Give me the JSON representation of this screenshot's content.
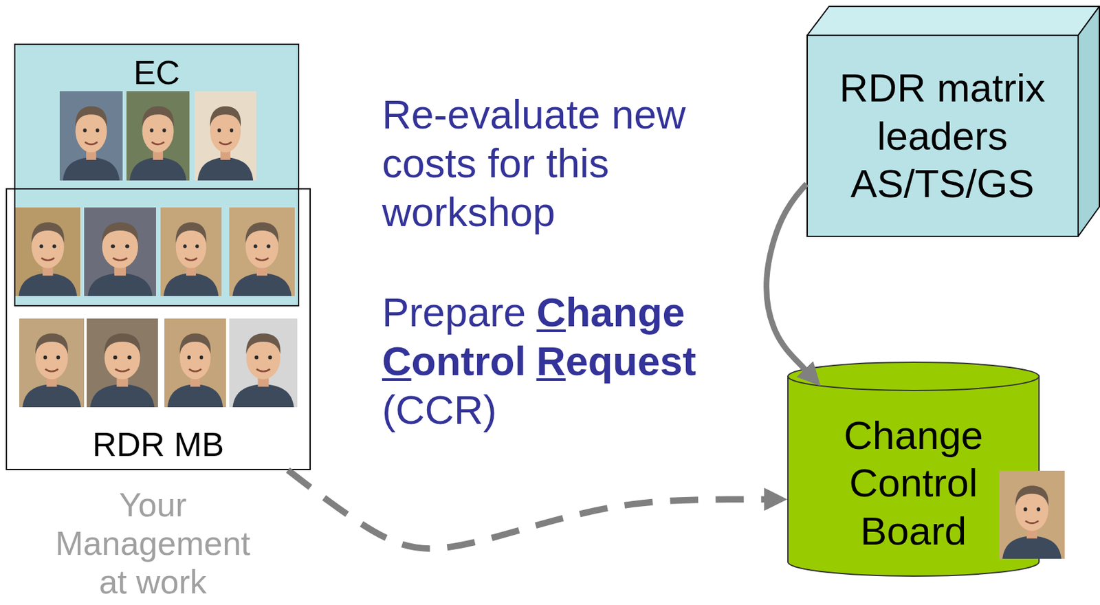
{
  "diagram": {
    "nodes": [
      {
        "text": [
          "EC"
        ]
      },
      {
        "text": [
          "RDR MB"
        ]
      },
      {
        "text": [
          "RDR matrix leaders AS/TS/GS"
        ]
      },
      {
        "text": [
          "Change Control Board"
        ]
      }
    ],
    "edges": [
      {
        "from": 2,
        "to": 3,
        "arrow": "to"
      },
      {
        "from": 1,
        "to": 3,
        "arrow": "to"
      }
    ],
    "labels": [
      "Re-evaluate new costs for this workshop",
      "Prepare",
      "Change",
      "Control",
      "Request",
      "(CCR)",
      "Your Management at work"
    ]
  }
}
